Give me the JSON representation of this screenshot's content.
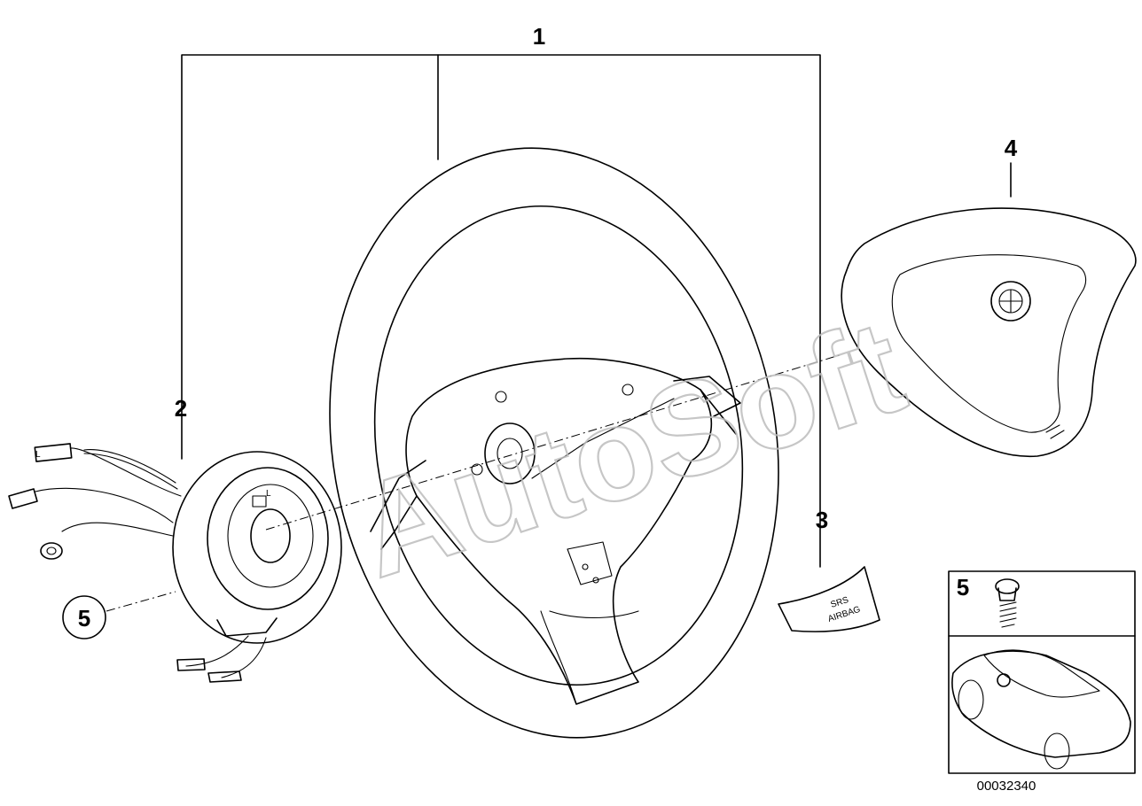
{
  "callouts": {
    "steering_wheel": "1",
    "clock_spring": "2",
    "srs_cover": "3",
    "airbag_module": "4",
    "circled_ref": "5",
    "inset_ref": "5"
  },
  "srs_cover_text": {
    "line1": "SRS",
    "line2": "AIRBAG"
  },
  "clock_spring_tabs": {
    "a": "L",
    "b": "L"
  },
  "diagram_number": "00032340",
  "watermark": "AutoSoft"
}
